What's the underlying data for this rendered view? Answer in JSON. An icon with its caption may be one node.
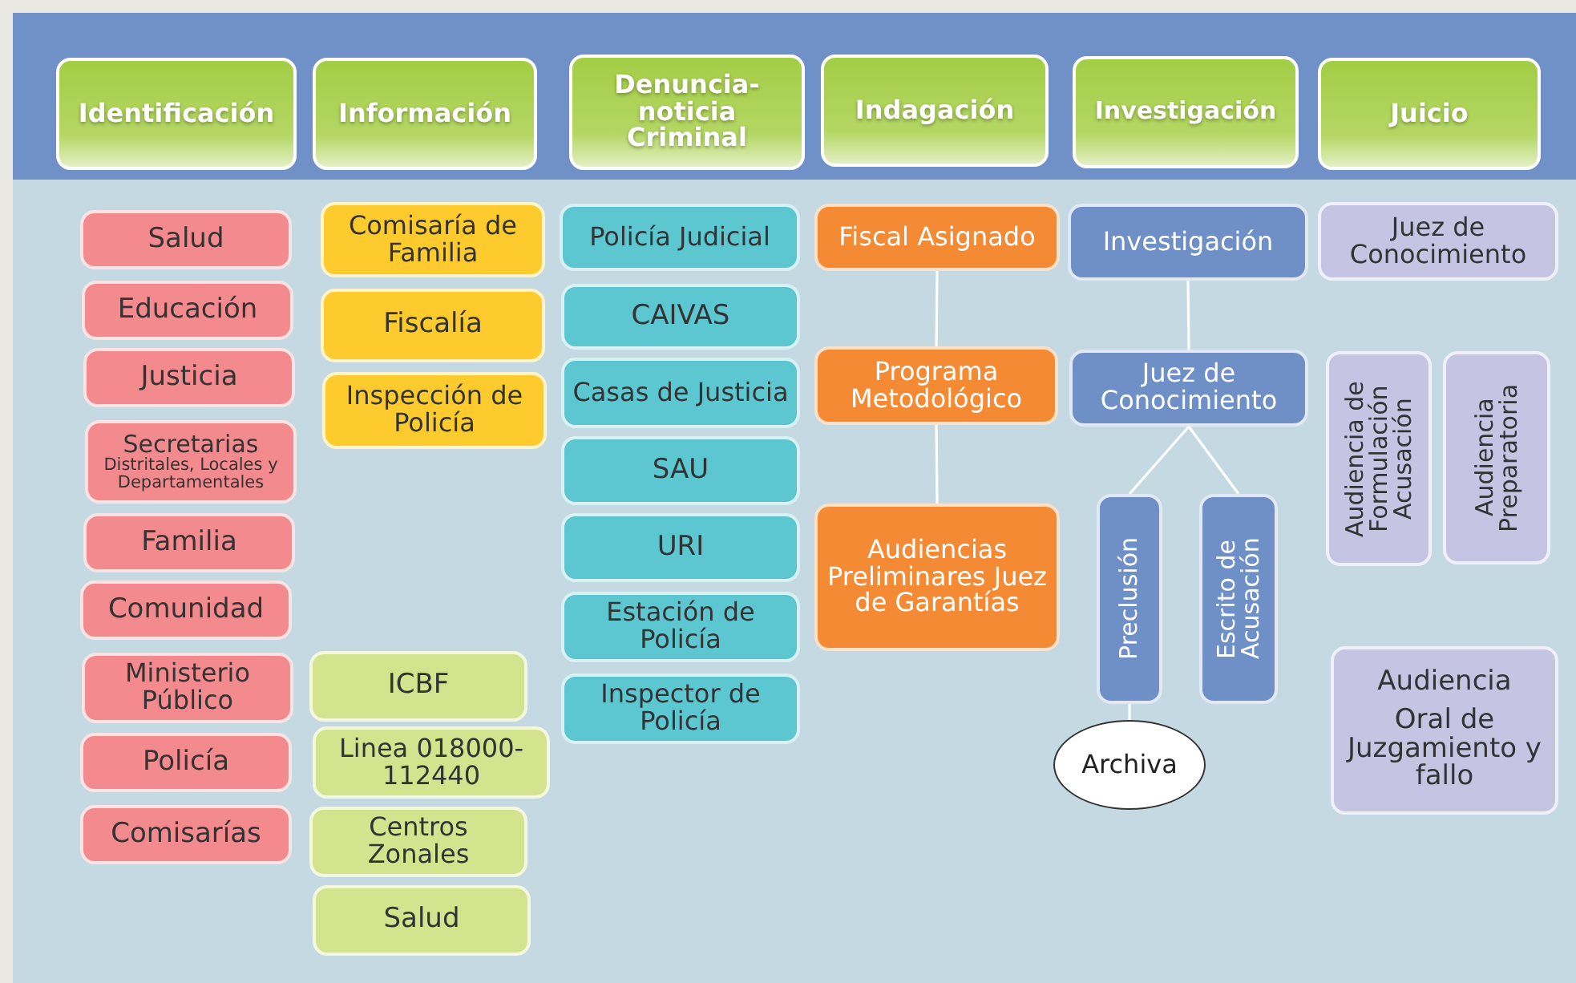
{
  "diagram": {
    "nodes": [
      {
        "text": [
          "Identificación"
        ]
      },
      {
        "text": [
          "Información"
        ]
      },
      {
        "text": [
          "Denuncia-noticia Criminal"
        ]
      },
      {
        "text": [
          "Indagación"
        ]
      },
      {
        "text": [
          "Investigación"
        ]
      },
      {
        "text": [
          "Juicio"
        ]
      },
      {
        "text": [
          "Salud"
        ]
      },
      {
        "text": [
          "Educación"
        ]
      },
      {
        "text": [
          "Justicia"
        ]
      },
      {
        "text": [
          "Secretarias",
          "Distritales, Locales y Departamentales"
        ]
      },
      {
        "text": [
          "Familia"
        ]
      },
      {
        "text": [
          "Comunidad"
        ]
      },
      {
        "text": [
          "Ministerio Público"
        ]
      },
      {
        "text": [
          "Policía"
        ]
      },
      {
        "text": [
          "Comisarías"
        ]
      },
      {
        "text": [
          "Comisaría de Familia"
        ]
      },
      {
        "text": [
          "Fiscalía"
        ]
      },
      {
        "text": [
          "Inspección de Policía"
        ]
      },
      {
        "text": [
          "ICBF"
        ]
      },
      {
        "text": [
          "Linea 018000-112440"
        ]
      },
      {
        "text": [
          "Centros Zonales"
        ]
      },
      {
        "text": [
          "Salud"
        ]
      },
      {
        "text": [
          "Policía Judicial"
        ]
      },
      {
        "text": [
          "CAIVAS"
        ]
      },
      {
        "text": [
          "Casas de Justicia"
        ]
      },
      {
        "text": [
          "SAU"
        ]
      },
      {
        "text": [
          "URI"
        ]
      },
      {
        "text": [
          "Estación de Policía"
        ]
      },
      {
        "text": [
          "Inspector de Policía"
        ]
      },
      {
        "text": [
          "Fiscal Asignado"
        ]
      },
      {
        "text": [
          "Programa Metodológico"
        ]
      },
      {
        "text": [
          "Audiencias Preliminares Juez de Garantías"
        ]
      },
      {
        "text": [
          "Investigación"
        ]
      },
      {
        "text": [
          "Juez de Conocimiento"
        ]
      },
      {
        "text": [
          "Preclusión"
        ]
      },
      {
        "text": [
          "Escrito de Acusación"
        ]
      },
      {
        "text": [
          "Archiva"
        ]
      },
      {
        "text": [
          "Juez de Conocimiento"
        ]
      },
      {
        "text": [
          "Audiencia de Formulación Acusación"
        ]
      },
      {
        "text": [
          "Audiencia Preparatoria"
        ]
      },
      {
        "text": [
          "Audiencia",
          "Oral de Juzgamiento y fallo"
        ]
      }
    ],
    "edges": [
      {
        "from": 29,
        "to": 30,
        "arrow": "none"
      },
      {
        "from": 30,
        "to": 31,
        "arrow": "none"
      },
      {
        "from": 32,
        "to": 33,
        "arrow": "none"
      },
      {
        "from": 33,
        "to": 34,
        "arrow": "none"
      },
      {
        "from": 33,
        "to": 35,
        "arrow": "none"
      },
      {
        "from": 34,
        "to": 36,
        "arrow": "none"
      }
    ]
  }
}
